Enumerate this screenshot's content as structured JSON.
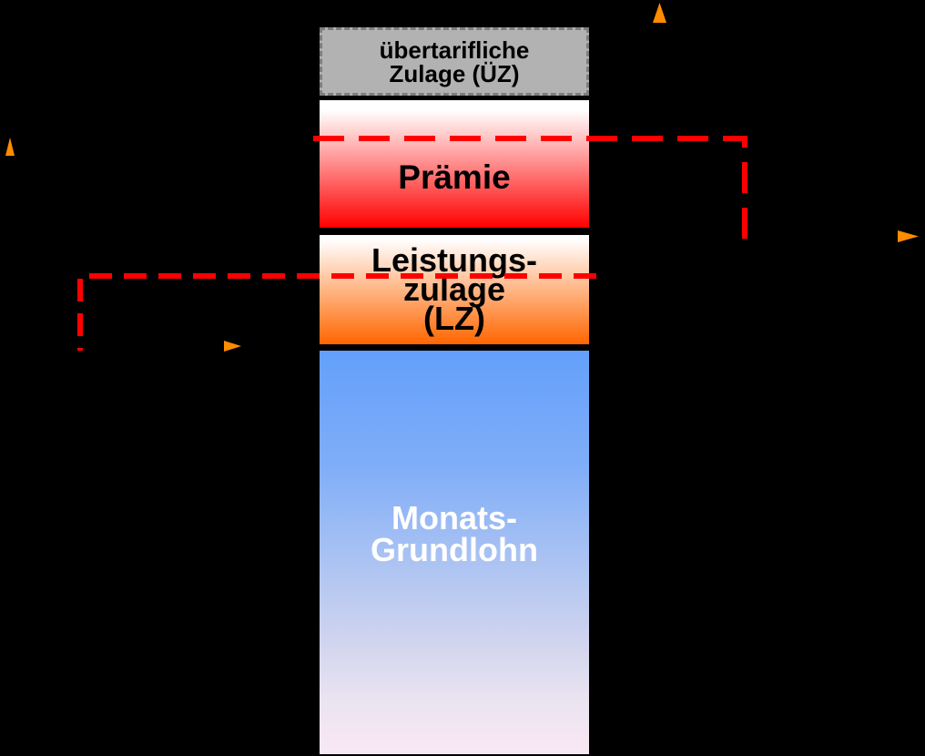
{
  "diagram": {
    "stack": {
      "uez": {
        "label_line1": "übertarifliche",
        "label_line2": "Zulage (ÜZ)"
      },
      "praemie": {
        "label": "Prämie"
      },
      "lz": {
        "label_line1": "Leistungs-",
        "label_line2": "zulage",
        "label_line3": "(LZ)"
      },
      "grundlohn": {
        "label_line1": "Monats-",
        "label_line2": "Grundlohn"
      }
    },
    "annotations": {
      "leader_lines": [
        {
          "name": "praemie-level-leader",
          "style": "dashed",
          "route": "right-then-down"
        },
        {
          "name": "lz-level-leader",
          "style": "dashed",
          "route": "left-then-down"
        }
      ],
      "arrows": [
        {
          "name": "arrow-top",
          "direction": "up"
        },
        {
          "name": "arrow-left",
          "direction": "up"
        },
        {
          "name": "arrow-middle",
          "direction": "right"
        },
        {
          "name": "arrow-right-edge",
          "direction": "right"
        }
      ]
    },
    "colors": {
      "background": "#000000",
      "uez_fill": "#b2b2b2",
      "uez_border": "#7d7d7d",
      "uez_text": "#000000",
      "praemie_gradient_top": "#ffffff",
      "praemie_gradient_bottom": "#ff0000",
      "lz_gradient_top": "#ffffff",
      "lz_gradient_bottom": "#ff6600",
      "grundlohn_gradient_top": "#63a0fb",
      "grundlohn_gradient_bottom": "#f9e8f3",
      "grundlohn_text": "#ffffff",
      "leader_line": "#ff0000",
      "arrow": "#ff8c00"
    }
  }
}
